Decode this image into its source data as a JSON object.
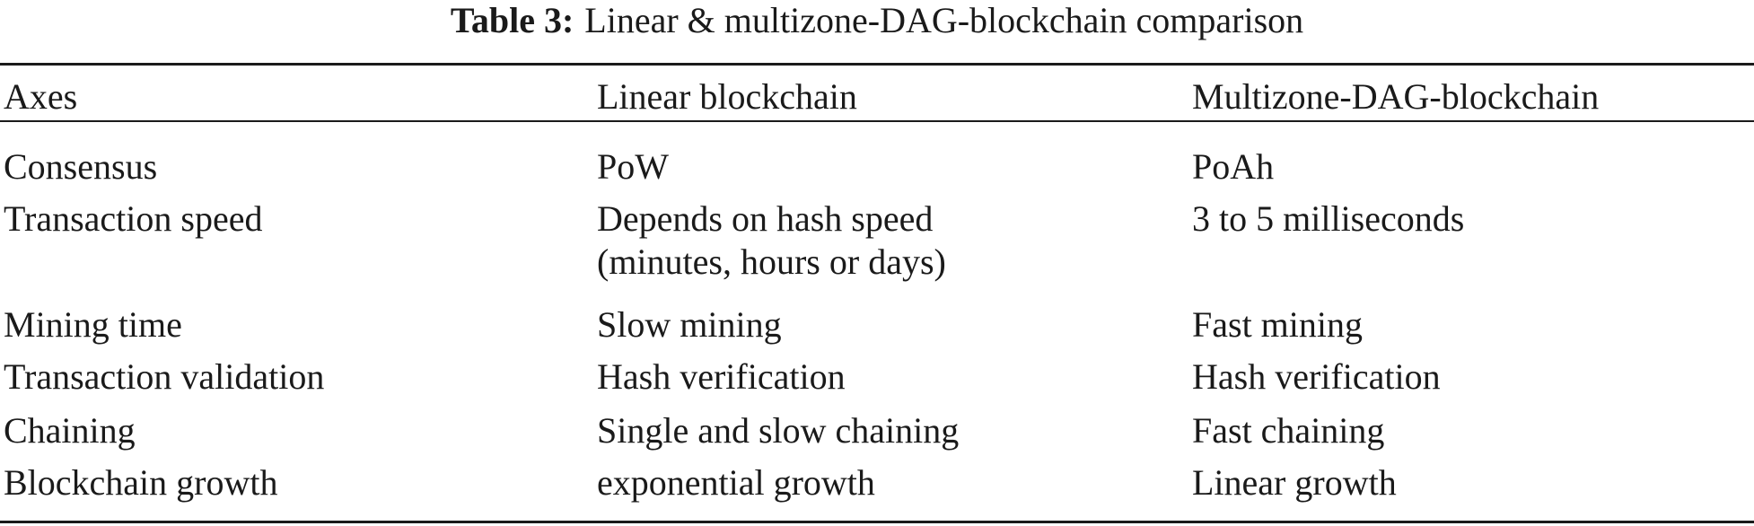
{
  "caption": {
    "label": "Table 3:",
    "title": "Linear & multizone-DAG-blockchain comparison"
  },
  "table": {
    "headers": [
      "Axes",
      "Linear blockchain",
      "Multizone-DAG-blockchain"
    ],
    "rows": [
      [
        "Consensus",
        "PoW",
        "PoAh"
      ],
      [
        "Transaction speed",
        "Depends on hash speed\n(minutes, hours or days)",
        "3 to 5 milliseconds"
      ],
      [
        "Mining time",
        "Slow mining",
        "Fast mining"
      ],
      [
        "Transaction validation",
        "Hash verification",
        "Hash verification"
      ],
      [
        "Chaining",
        "Single and slow chaining",
        "Fast chaining"
      ],
      [
        "Blockchain growth",
        "exponential growth",
        "Linear growth"
      ]
    ]
  }
}
